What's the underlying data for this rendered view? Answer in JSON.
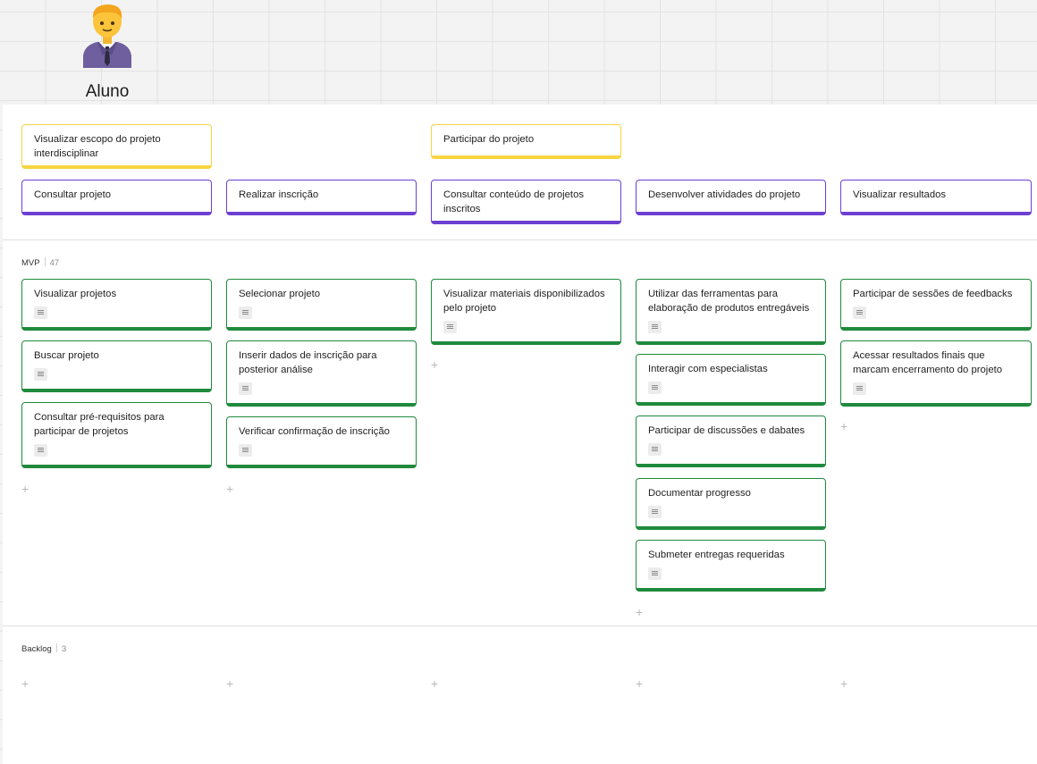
{
  "persona": {
    "name": "Aluno",
    "icon": "person-in-suit-icon"
  },
  "activities": [
    {
      "label": "Visualizar escopo do projeto interdisciplinar"
    },
    {
      "label": "Participar do projeto"
    }
  ],
  "steps": [
    {
      "label": "Consultar projeto"
    },
    {
      "label": "Realizar inscrição"
    },
    {
      "label": "Consultar conteúdo de projetos inscritos"
    },
    {
      "label": "Desenvolver atividades do projeto"
    },
    {
      "label": "Visualizar resultados"
    }
  ],
  "releases": {
    "mvp": {
      "label": "MVP",
      "count": "47"
    },
    "backlog": {
      "label": "Backlog",
      "count": "3"
    }
  },
  "stories": {
    "col1": [
      {
        "label": "Visualizar projetos"
      },
      {
        "label": "Buscar projeto"
      },
      {
        "label": "Consultar pré-requisitos para participar de projetos"
      }
    ],
    "col2": [
      {
        "label": "Selecionar projeto"
      },
      {
        "label": "Inserir dados de inscrição para posterior análise"
      },
      {
        "label": "Verificar confirmação de inscrição"
      }
    ],
    "col3": [
      {
        "label": "Visualizar materiais disponibilizados pelo projeto"
      }
    ],
    "col4": [
      {
        "label": "Utilizar das ferramentas para elaboração de produtos entregáveis"
      },
      {
        "label": "Interagir com especialistas"
      },
      {
        "label": "Participar de discussões e dabates"
      },
      {
        "label": "Documentar progresso"
      },
      {
        "label": "Submeter entregas requeridas"
      }
    ],
    "col5": [
      {
        "label": "Participar de sessões de feedbacks"
      },
      {
        "label": "Acessar resultados finais que marcam encerramento do projeto"
      }
    ]
  },
  "add_symbol": "+",
  "colors": {
    "activity": "#f7d441",
    "step": "#6c3fd1",
    "story": "#1f8a3c"
  }
}
